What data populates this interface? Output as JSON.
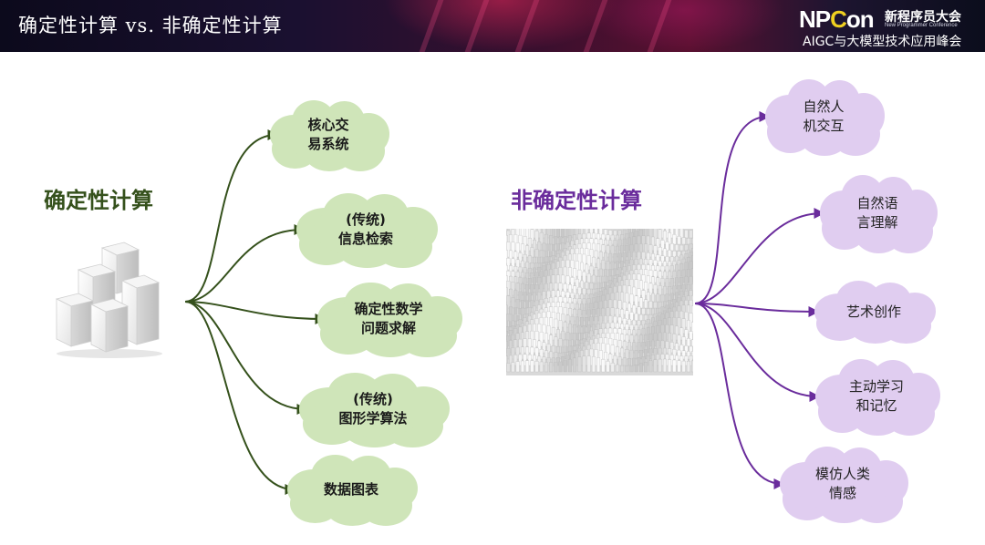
{
  "header": {
    "title": "确定性计算 vs. 非确定性计算",
    "brand": {
      "logo_prefix": "NP",
      "logo_c": "C",
      "logo_suffix": "on",
      "name": "新程序员大会",
      "subtitle": "New Programmer Conference",
      "line2": "AIGC与大模型技术应用峰会"
    }
  },
  "colors": {
    "deterministic": "#35511c",
    "nondeterministic": "#6a2c9c",
    "green_cloud": "#cfe5b9",
    "purple_cloud": "#e0cdf0"
  },
  "deterministic": {
    "heading": "确定性计算",
    "image": "stacked-white-blocks",
    "items": [
      "核心交\n易系统",
      "(传统)\n信息检索",
      "确定性数学\n问题求解",
      "(传统)\n图形学算法",
      "数据图表"
    ]
  },
  "nondeterministic": {
    "heading": "非确定性计算",
    "image": "wave-of-white-bars",
    "items": [
      "自然人\n机交互",
      "自然语\n言理解",
      "艺术创作",
      "主动学习\n和记忆",
      "模仿人类\n情感"
    ]
  }
}
